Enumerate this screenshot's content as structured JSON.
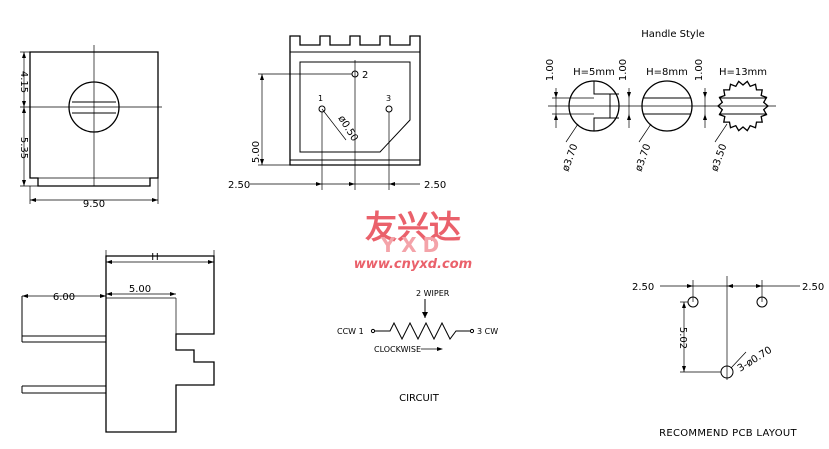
{
  "dims": {
    "front_height_top": "4.15",
    "front_height_bottom": "5.35",
    "front_width": "9.50",
    "top_pin_spacing_left": "2.50",
    "top_pin_spacing_right": "2.50",
    "top_height": "5.00",
    "hole_dia": "ø0.50",
    "side_h": "H",
    "side_6": "6.00",
    "side_5": "5.00"
  },
  "pins": {
    "p1": "1",
    "p2": "2",
    "p3": "3"
  },
  "handle": {
    "title": "Handle Style",
    "styles": [
      {
        "h_label": "H=5mm",
        "dim_top": "1.00",
        "dia": "ø3.70"
      },
      {
        "h_label": "H=8mm",
        "dim_top": "1.00",
        "dia": "ø3.70"
      },
      {
        "h_label": "H=13mm",
        "dim_top": "1.00",
        "dia": "ø3.50"
      }
    ]
  },
  "watermark": {
    "cn": "友兴达",
    "brand": "YXD",
    "url": "www.cnyxd.com"
  },
  "circuit": {
    "title": "CIRCUIT",
    "wiper": "2  WIPER",
    "ccw": "CCW  1",
    "cw": "3  CW",
    "clockwise": "CLOCKWISE"
  },
  "pcb": {
    "title": "RECOMMEND PCB LAYOUT",
    "dim_left": "2.50",
    "dim_right": "2.50",
    "dim_height": "5.02",
    "holes": "3-ø0.70"
  }
}
